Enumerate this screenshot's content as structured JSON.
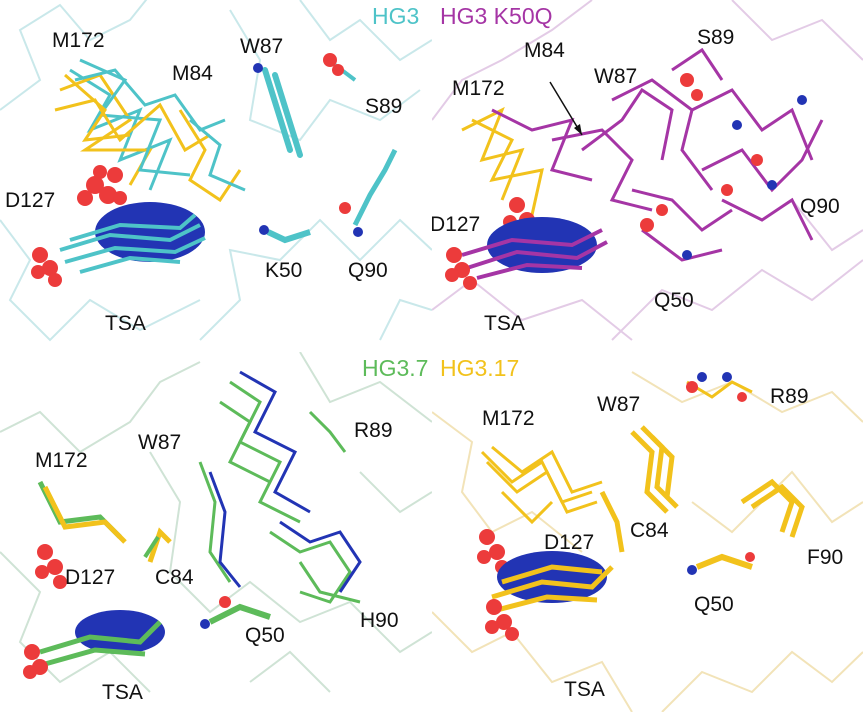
{
  "titles": {
    "hg3": "HG3",
    "hg3_k50q": "HG3 K50Q",
    "hg3_7": "HG3.7",
    "hg3_17": "HG3.17"
  },
  "panels": {
    "top_left": {
      "labels": {
        "m172": "M172",
        "m84": "M84",
        "w87": "W87",
        "s89": "S89",
        "d127": "D127",
        "k50": "K50",
        "q90": "Q90",
        "tsa": "TSA"
      }
    },
    "top_right": {
      "labels": {
        "m172": "M172",
        "m84": "M84",
        "w87": "W87",
        "s89": "S89",
        "d127": "D127",
        "q50": "Q50",
        "q90": "Q90",
        "tsa": "TSA"
      }
    },
    "bottom_left": {
      "labels": {
        "m172": "M172",
        "w87": "W87",
        "r89": "R89",
        "d127": "D127",
        "c84": "C84",
        "q50": "Q50",
        "h90": "H90",
        "tsa": "TSA"
      }
    },
    "bottom_right": {
      "labels": {
        "m172": "M172",
        "w87": "W87",
        "r89": "R89",
        "d127": "D127",
        "c84": "C84",
        "f90": "F90",
        "q50": "Q50",
        "tsa": "TSA"
      }
    }
  },
  "colors": {
    "hg3": "#4ec3c8",
    "hg3_k50q": "#a535a5",
    "hg3_7": "#5dbb5a",
    "hg3_17": "#f2c21c",
    "oxygen": "#ec3b3b",
    "nitrogen": "#2234b4"
  }
}
